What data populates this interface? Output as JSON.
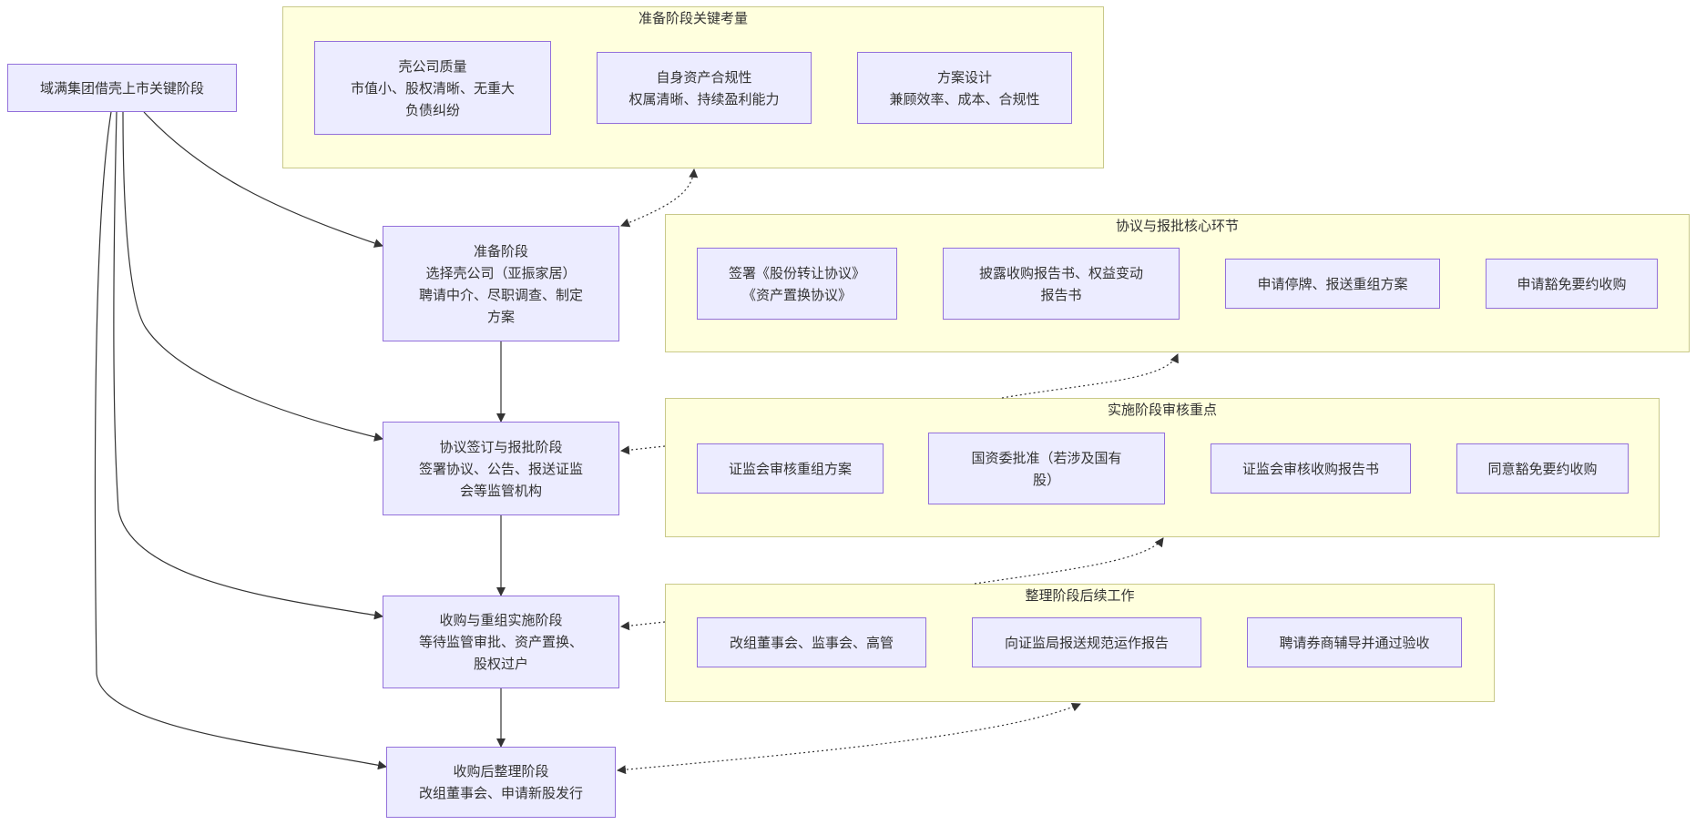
{
  "root": {
    "lines": [
      "域满集团借壳上市关键阶段"
    ]
  },
  "stages": {
    "prep": {
      "lines": [
        "准备阶段",
        "选择壳公司（亚振家居）",
        "聘请中介、尽职调查、制定",
        "方案"
      ]
    },
    "agreement": {
      "lines": [
        "协议签订与报批阶段",
        "签署协议、公告、报送证监",
        "会等监管机构"
      ]
    },
    "implementation": {
      "lines": [
        "收购与重组实施阶段",
        "等待监管审批、资产置换、",
        "股权过户"
      ]
    },
    "post": {
      "lines": [
        "收购后整理阶段",
        "改组董事会、申请新股发行"
      ]
    }
  },
  "groups": {
    "prep_considerations": {
      "title": "准备阶段关键考量",
      "items": [
        {
          "lines": [
            "壳公司质量",
            "市值小、股权清晰、无重大",
            "负债纠纷"
          ]
        },
        {
          "lines": [
            "自身资产合规性",
            "权属清晰、持续盈利能力"
          ]
        },
        {
          "lines": [
            "方案设计",
            "兼顾效率、成本、合规性"
          ]
        }
      ]
    },
    "agreement_core": {
      "title": "协议与报批核心环节",
      "items": [
        {
          "lines": [
            "签署《股份转让协议》",
            "《资产置换协议》"
          ]
        },
        {
          "lines": [
            "披露收购报告书、权益变动",
            "报告书"
          ]
        },
        {
          "lines": [
            "申请停牌、报送重组方案"
          ]
        },
        {
          "lines": [
            "申请豁免要约收购"
          ]
        }
      ]
    },
    "implementation_review": {
      "title": "实施阶段审核重点",
      "items": [
        {
          "lines": [
            "证监会审核重组方案"
          ]
        },
        {
          "lines": [
            "国资委批准（若涉及国有",
            "股）"
          ]
        },
        {
          "lines": [
            "证监会审核收购报告书"
          ]
        },
        {
          "lines": [
            "同意豁免要约收购"
          ]
        }
      ]
    },
    "post_followup": {
      "title": "整理阶段后续工作",
      "items": [
        {
          "lines": [
            "改组董事会、监事会、高管"
          ]
        },
        {
          "lines": [
            "向证监局报送规范运作报告"
          ]
        },
        {
          "lines": [
            "聘请券商辅导并通过验收"
          ]
        }
      ]
    }
  },
  "colors": {
    "node_fill": "#ececff",
    "node_border": "#9370db",
    "group_fill": "#ffffde",
    "group_border": "#c9c98a",
    "edge": "#333333",
    "text": "#333333"
  }
}
